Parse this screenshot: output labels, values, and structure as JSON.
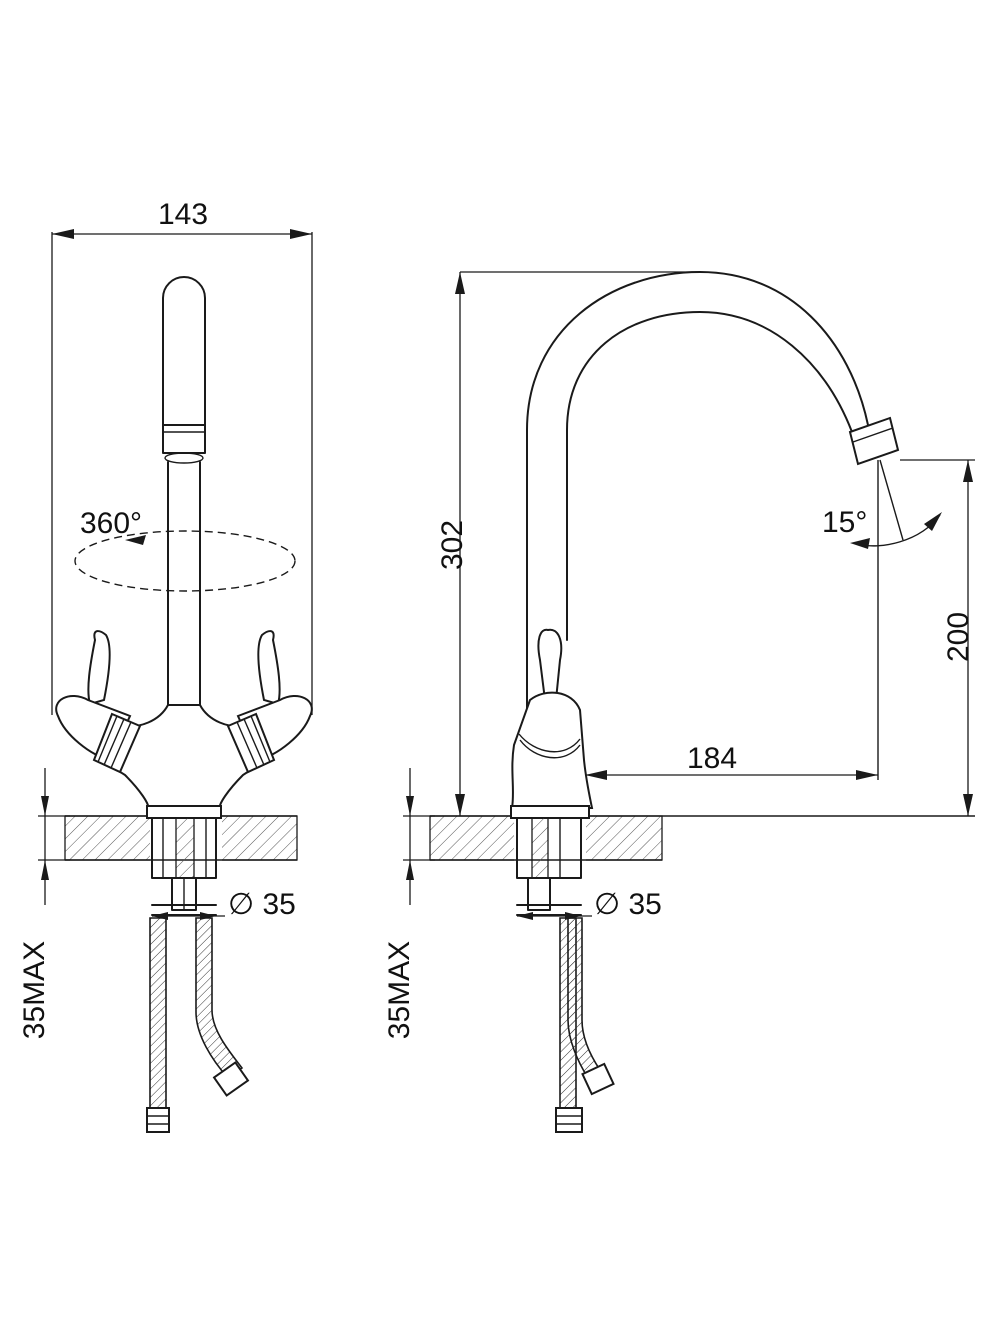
{
  "front_view": {
    "width_label": "143",
    "rotation_label": "360°",
    "diameter_label": "∅ 35",
    "thickness_label": "35MAX"
  },
  "side_view": {
    "height_label": "302",
    "spout_height_label": "200",
    "reach_label": "184",
    "angle_label": "15°",
    "diameter_label": "∅ 35",
    "thickness_label": "35MAX"
  }
}
